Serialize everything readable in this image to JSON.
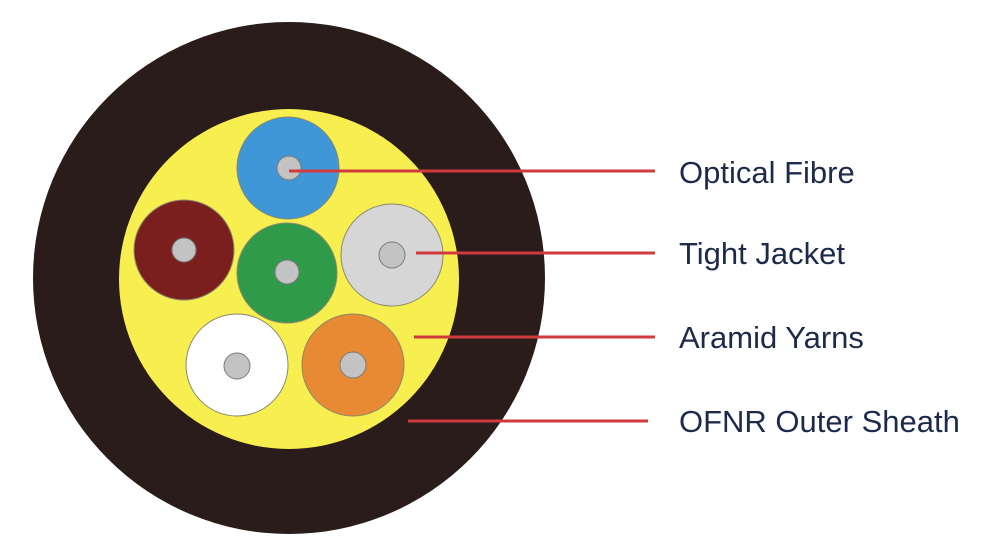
{
  "diagram": {
    "colors": {
      "outer_sheath": "#2a1c1a",
      "aramid_yarns": "#f7ef4f",
      "fibre_core": "#c3c3c3",
      "leader_line": "#d03a3c",
      "label_text": "#1d2a4a"
    },
    "fibres": [
      {
        "name": "fibre-blue",
        "color": "#3f97d8"
      },
      {
        "name": "fibre-brown",
        "color": "#7b1f1e"
      },
      {
        "name": "fibre-green",
        "color": "#2f9a4a"
      },
      {
        "name": "fibre-grey",
        "color": "#d6d6d6"
      },
      {
        "name": "fibre-white",
        "color": "#ffffff"
      },
      {
        "name": "fibre-orange",
        "color": "#e78a33"
      }
    ],
    "labels": [
      {
        "text": "Optical Fibre"
      },
      {
        "text": "Tight Jacket"
      },
      {
        "text": "Aramid Yarns"
      },
      {
        "text": "OFNR Outer Sheath"
      }
    ]
  }
}
